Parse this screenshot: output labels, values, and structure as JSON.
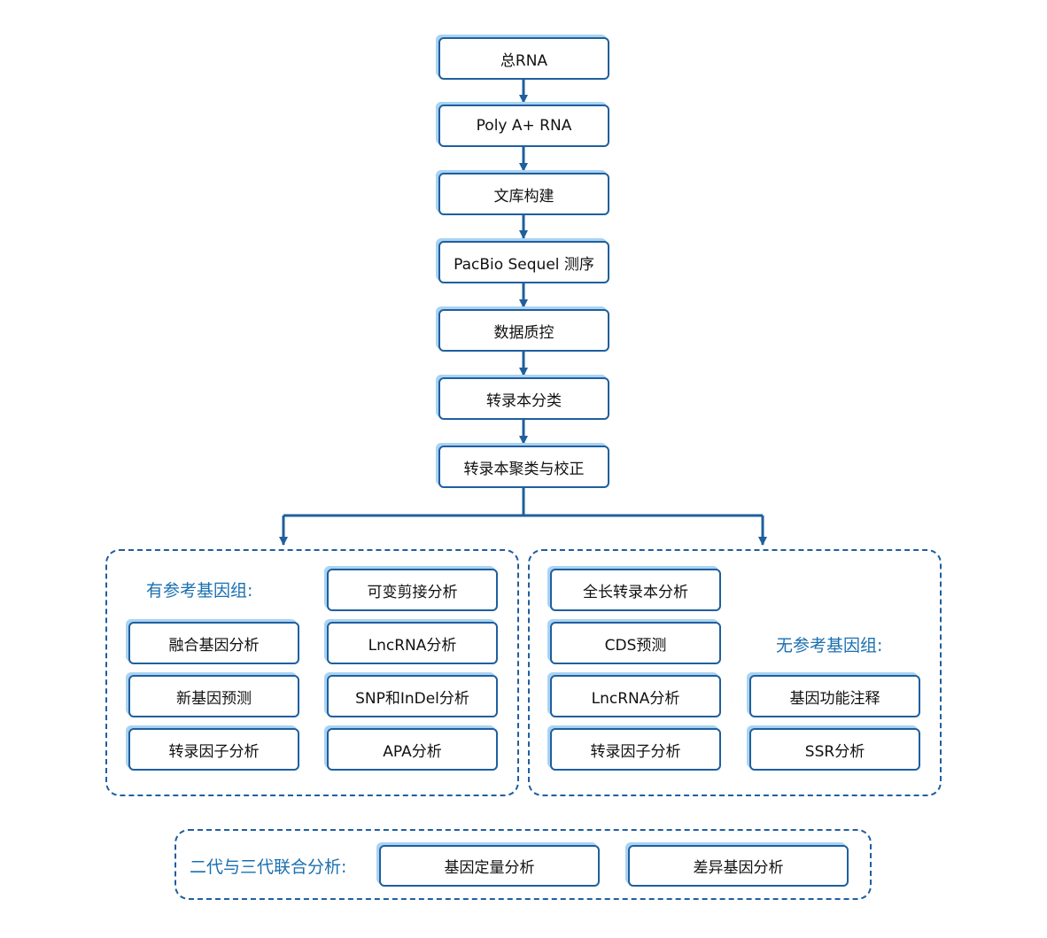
{
  "colors": {
    "stroke": "#1f5f9e",
    "shadow": "#a9d3f2",
    "label": "#1a6fb0"
  },
  "pipeline": [
    "总RNA",
    "Poly A+ RNA",
    "文库构建",
    "PacBio Sequel 测序",
    "数据质控",
    "转录本分类",
    "转录本聚类与校正"
  ],
  "ref": {
    "label": "有参考基因组:",
    "left": [
      "融合基因分析",
      "新基因预测",
      "转录因子分析"
    ],
    "right": [
      "可变剪接分析",
      "LncRNA分析",
      "SNP和InDel分析",
      "APA分析"
    ]
  },
  "noref": {
    "label": "无参考基因组:",
    "left": [
      "全长转录本分析",
      "CDS预测",
      "LncRNA分析",
      "转录因子分析"
    ],
    "right": [
      "基因功能注释",
      "SSR分析"
    ]
  },
  "combo": {
    "label": "二代与三代联合分析:",
    "items": [
      "基因定量分析",
      "差异基因分析"
    ]
  }
}
